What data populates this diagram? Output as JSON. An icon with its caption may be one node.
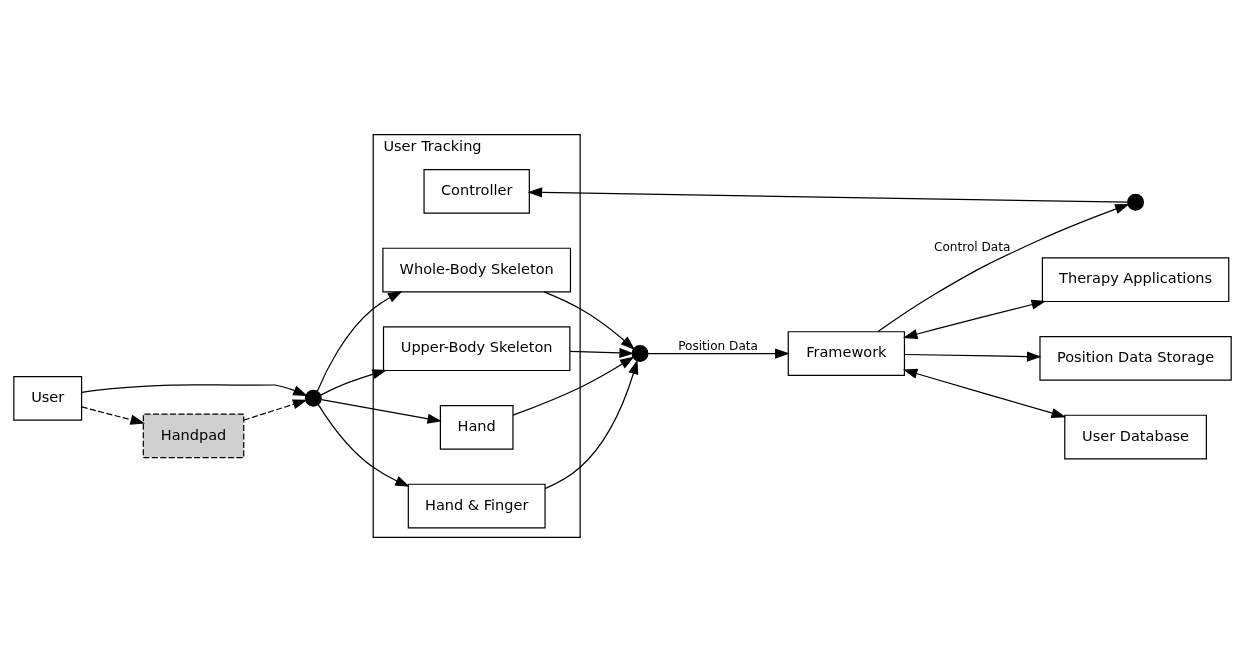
{
  "diagram": {
    "nodes": [
      {
        "text": [
          "User"
        ]
      },
      {
        "text": [
          "Handpad"
        ]
      },
      {
        "text": [],
        "shape": "circle"
      },
      {
        "text": [
          "User Tracking"
        ]
      },
      {
        "text": [
          "Controller"
        ],
        "in": 3
      },
      {
        "text": [
          "Whole-Body Skeleton"
        ],
        "in": 3
      },
      {
        "text": [
          "Upper-Body Skeleton"
        ],
        "in": 3
      },
      {
        "text": [
          "Hand"
        ],
        "in": 3
      },
      {
        "text": [
          "Hand & Finger"
        ],
        "in": 3
      },
      {
        "text": [],
        "shape": "circle"
      },
      {
        "text": [],
        "shape": "circle"
      },
      {
        "text": [
          "Therapy Applications"
        ]
      },
      {
        "text": [
          "Framework"
        ]
      },
      {
        "text": [
          "Position Data Storage"
        ]
      },
      {
        "text": [
          "User Database"
        ]
      }
    ],
    "edges": [
      {
        "from": 0,
        "to": 2,
        "arrow": "to"
      },
      {
        "from": 0,
        "to": 1,
        "arrow": "to",
        "style": "dashed"
      },
      {
        "from": 1,
        "to": 2,
        "arrow": "to",
        "style": "dashed"
      },
      {
        "from": 2,
        "to": 5,
        "arrow": "to"
      },
      {
        "from": 2,
        "to": 6,
        "arrow": "to"
      },
      {
        "from": 2,
        "to": 7,
        "arrow": "to"
      },
      {
        "from": 2,
        "to": 8,
        "arrow": "to"
      },
      {
        "from": 5,
        "to": 10,
        "arrow": "to"
      },
      {
        "from": 6,
        "to": 10,
        "arrow": "to"
      },
      {
        "from": 7,
        "to": 10,
        "arrow": "to"
      },
      {
        "from": 8,
        "to": 10,
        "arrow": "to"
      },
      {
        "from": 10,
        "to": 12,
        "arrow": "to",
        "label": "Position Data"
      },
      {
        "from": 12,
        "to": 9,
        "arrow": "to",
        "label": "Control Data"
      },
      {
        "from": 9,
        "to": 4,
        "arrow": "to"
      },
      {
        "from": 12,
        "to": 11,
        "arrow": "both"
      },
      {
        "from": 12,
        "to": 13,
        "arrow": "to"
      },
      {
        "from": 12,
        "to": 14,
        "arrow": "both"
      }
    ]
  }
}
